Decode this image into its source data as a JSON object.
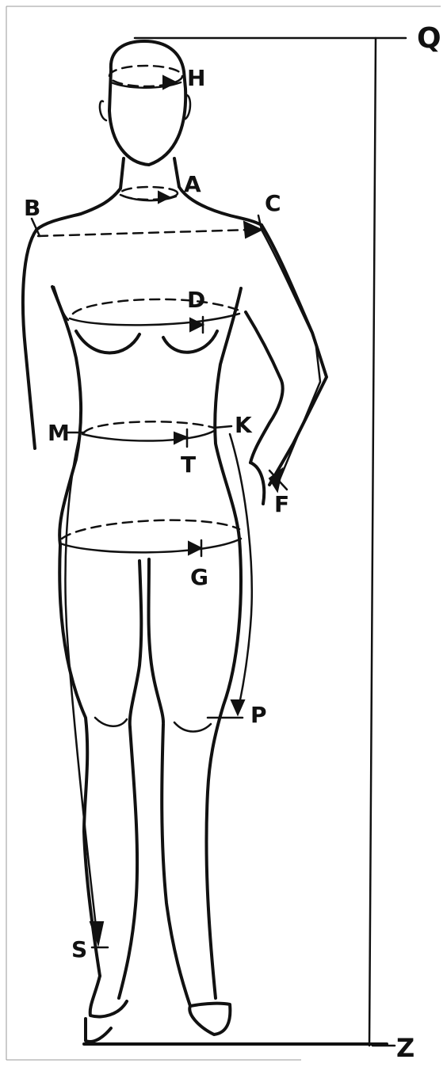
{
  "labels": {
    "a": "A",
    "b": "B",
    "c": "C",
    "d": "D",
    "f": "F",
    "g": "G",
    "h": "H",
    "k": "K",
    "m": "M",
    "p": "P",
    "q": "Q",
    "s": "S",
    "t": "T",
    "z": "Z"
  },
  "colors": {
    "ink": "#111111",
    "background": "#ffffff"
  }
}
